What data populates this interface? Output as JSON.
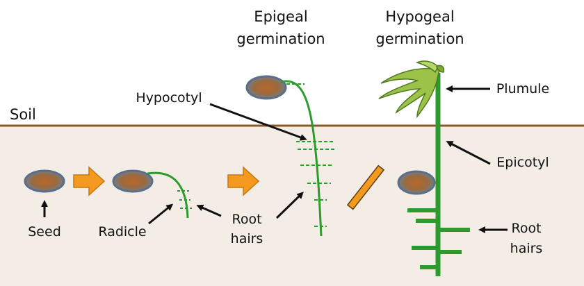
{
  "soil_label": "Soil",
  "headings": {
    "epigeal": [
      "Epigeal",
      "germination"
    ],
    "hypogeal": [
      "Hypogeal",
      "germination"
    ]
  },
  "labels": {
    "seed": "Seed",
    "radicle": "Radicle",
    "root_hairs_mid": [
      "Root",
      "hairs"
    ],
    "hypocotyl": "Hypocotyl",
    "plumule": "Plumule",
    "epicotyl": "Epicotyl",
    "root_hairs_right": [
      "Root",
      "hairs"
    ]
  },
  "colors": {
    "soil": "#f4ede6",
    "soil_line": "#8a5a2b",
    "seed_fill": "#a0622e",
    "seed_ring": "#5a6f8c",
    "stem": "#2e8b2e",
    "arrow_orange": "#f39a1e",
    "leaf": "#8dbb3a"
  },
  "icons": [
    "orange-right-arrow",
    "orange-slash-separator",
    "black-pointer-arrow",
    "seed-icon",
    "leaf-cluster-icon"
  ]
}
